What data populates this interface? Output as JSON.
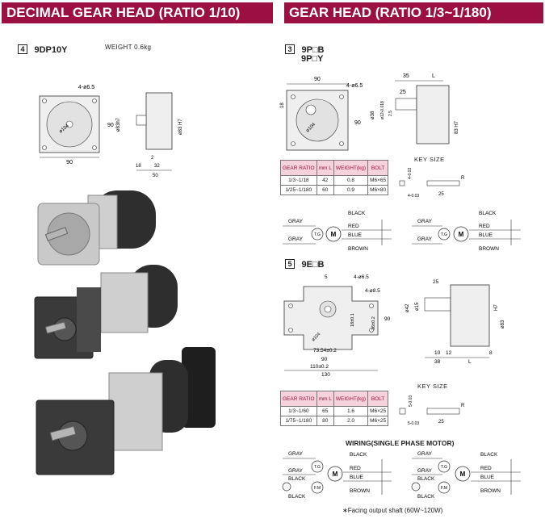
{
  "banners": {
    "left": "DECIMAL GEAR HEAD (RATIO 1/10)",
    "right": "GEAR HEAD (RATIO 1/3~1/180)"
  },
  "section4": {
    "num": "4",
    "model": "9DP10Y",
    "weight": "WEIGHT   0.6kg",
    "dims": {
      "holes": "4-ø6.5",
      "side90": "90",
      "pcd": "ø104",
      "bore": "ø83h7",
      "bottom90": "90",
      "h7": "ø83 H7",
      "d2": "2",
      "d18": "18",
      "d32": "32",
      "d50": "50"
    }
  },
  "section3": {
    "num": "3",
    "model1": "9P□B",
    "model2": "9P□Y",
    "dims": {
      "w90": "90",
      "holes": "4-ø6.5",
      "d35": "35",
      "L": "L",
      "d25": "25",
      "d18": "18",
      "pcd": "ø104",
      "h90": "90",
      "shaft": "ø38",
      "shaft2": "ø12-0.018",
      "d25b": "2.5",
      "h7": "83 H7"
    },
    "table": {
      "headers": [
        "GEAR RATIO",
        "mm L",
        "WEIGHT(kg)",
        "BOLT"
      ],
      "rows": [
        [
          "1/3~1/18",
          "42",
          "0.8",
          "M6×65"
        ],
        [
          "1/25~1/180",
          "60",
          "0.9",
          "M6×80"
        ]
      ]
    },
    "key": {
      "title": "KEY SIZE",
      "d4": "4-0.03",
      "d4b": "4-0.03",
      "d25": "25",
      "R": "R"
    }
  },
  "section5": {
    "num": "5",
    "model": "9E□B",
    "dims": {
      "d5": "5",
      "holes1": "4-ø6.5",
      "holes2": "4-ø8.5",
      "pcd": "ø104",
      "d18": "18±0.1",
      "d36": "36±0.2",
      "d73": "73.54±0.2",
      "d90": "90",
      "d110": "110±0.2",
      "d130": "130",
      "h90": "90",
      "d25": "25",
      "d42": "ø42",
      "d15": "ø15",
      "d83": "ø83",
      "h7": "H7",
      "d10": "10",
      "d12": "12",
      "d8": "8",
      "d38": "38",
      "L": "L"
    },
    "table": {
      "headers": [
        "GEAR RATIO",
        "mm L",
        "WEIGHT(kg)",
        "BOLT"
      ],
      "rows": [
        [
          "1/3~1/60",
          "65",
          "1.6",
          "M6×25"
        ],
        [
          "1/75~1/180",
          "80",
          "2.0",
          "M6×25"
        ]
      ]
    },
    "key": {
      "title": "KEY SIZE",
      "d5": "5-0.03",
      "d5b": "5-0.03",
      "d25": "25",
      "R": "R"
    }
  },
  "wiring_top": {
    "left": {
      "gray1": "GRAY",
      "gray2": "GRAY",
      "black": "BLACK",
      "red": "RED",
      "blue": "BLUE",
      "brown": "BROWN",
      "tg": "T.G",
      "m": "M"
    },
    "right": {
      "gray1": "GRAY",
      "gray2": "GRAY",
      "black": "BLACK",
      "red": "RED",
      "blue": "BLUE",
      "brown": "BROWN",
      "tg": "T.G",
      "m": "M"
    }
  },
  "wiring_bottom": {
    "title": "WIRING(SINGLE PHASE MOTOR)",
    "left": {
      "gray1": "GRAY",
      "gray2": "GRAY",
      "black1": "BLACK",
      "black2": "BLACK",
      "red": "RED",
      "blue": "BLUE",
      "brown": "BROWN",
      "tg": "T.G",
      "fm": "F.M",
      "m": "M"
    },
    "right": {
      "gray1": "GRAY",
      "gray2": "GRAY",
      "black1": "BLACK",
      "black2": "BLACK",
      "red": "RED",
      "blue": "BLUE",
      "brown": "BROWN",
      "tg": "T.G",
      "fm": "F.M",
      "m": "M"
    },
    "note": "∗Facing output shaft (60W~120W)"
  },
  "colors": {
    "banner": "#9c0f42",
    "table_head": "#f6d2dc",
    "motor_dark": "#2e2e2e",
    "motor_silver": "#c9c9c9"
  }
}
